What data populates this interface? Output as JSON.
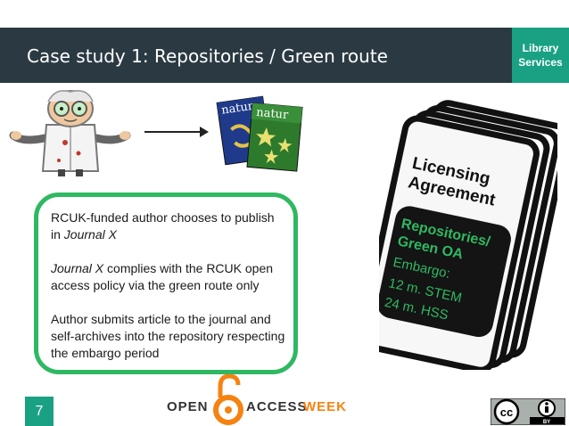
{
  "header": {
    "title": "Case study 1: Repositories / Green route",
    "logo_line1": "Library",
    "logo_line2": "Services"
  },
  "journal": {
    "cover_title": "natur"
  },
  "booklet": {
    "heading_line1": "Licensing",
    "heading_line2": "Agreement",
    "line1": "Repositories/",
    "line2": "Green OA",
    "line3": "Embargo:",
    "line4": "12 m. STEM",
    "line5": "24 m. HSS"
  },
  "textbox": {
    "p1": "RCUK-funded author chooses to publish in",
    "p1_journal": "Journal X",
    "p2_journal": "Journal X",
    "p2": "complies with the RCUK open access policy via the green route only",
    "p3": "Author submits article to the journal and self-archives into the repository respecting the embargo period"
  },
  "footer": {
    "page_number": "7",
    "oaw_open": "OPEN",
    "oaw_access": "ACCESS",
    "oaw_week": "WEEK",
    "cc_label": "cc",
    "by_label": "BY"
  },
  "colors": {
    "header_bg": "#2b3a42",
    "accent_teal": "#1aa184",
    "box_border": "#2fb862",
    "oa_orange": "#f68212",
    "booklet_bg": "#141414",
    "booklet_green": "#2fb862"
  }
}
